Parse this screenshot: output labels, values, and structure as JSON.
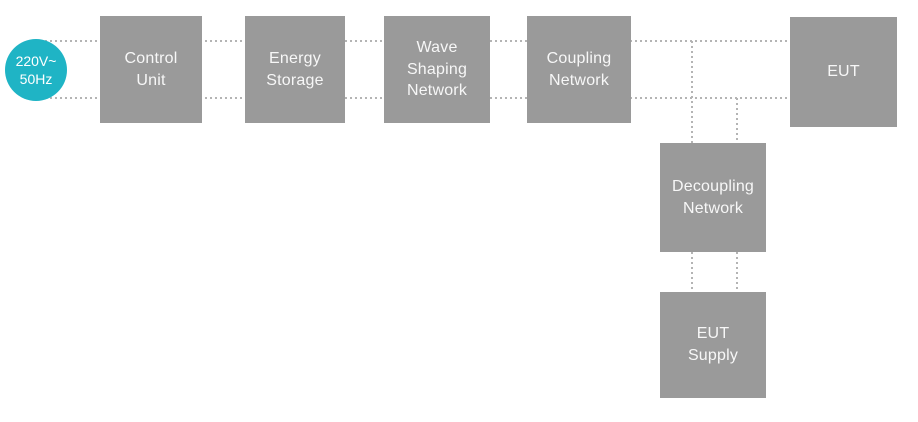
{
  "diagram": {
    "source": {
      "label": "220V~\n50Hz"
    },
    "blocks": [
      {
        "id": "control-unit",
        "label": "Control\nUnit"
      },
      {
        "id": "energy-storage",
        "label": "Energy\nStorage"
      },
      {
        "id": "wave-shaping-network",
        "label": "Wave\nShaping\nNetwork"
      },
      {
        "id": "coupling-network",
        "label": "Coupling\nNetwork"
      },
      {
        "id": "eut",
        "label": "EUT"
      },
      {
        "id": "decoupling-network",
        "label": "Decoupling\nNetwork"
      },
      {
        "id": "eut-supply",
        "label": "EUT\nSupply"
      }
    ],
    "colors": {
      "accent_teal": "#1fb4c5",
      "block_gray": "#9a9a9a",
      "line_gray": "#b4b4b4",
      "text_white": "#f7f7f7"
    }
  }
}
